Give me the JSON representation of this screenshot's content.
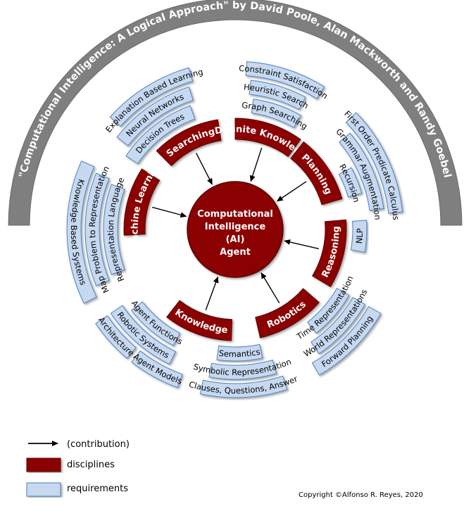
{
  "title": "\"Computational Intelligence: A Logical Approach\" by David Poole, Alan Mackworth and Randy Goebel",
  "center": {
    "lines": [
      "Computational",
      "Intelligence",
      "(AI)",
      "Agent"
    ]
  },
  "disciplines": [
    {
      "id": "machine-learning",
      "label": "Machine Learning",
      "requirements": [
        "Decision Trees",
        "Neural Networks",
        "Explanation Based Learning"
      ]
    },
    {
      "id": "searching",
      "label": "Searching",
      "requirements": [
        "Graph Searching",
        "Heuristic Search",
        "Constraint Satisfaction"
      ]
    },
    {
      "id": "definite-knowledge",
      "label": "Definite Knowledge",
      "requirements": [
        "Recursion",
        "Grammar Augmentation",
        "First Order Predicate Calculus"
      ]
    },
    {
      "id": "planning",
      "label": "Planning",
      "requirements": [
        "Time Representation",
        "World Representations",
        "Forward Planning"
      ]
    },
    {
      "id": "reasoning",
      "label": "Reasoning",
      "requirements": [
        "Semantics",
        "Symbolic Representation",
        "Clauses, Questions, Answer"
      ]
    },
    {
      "id": "robotics",
      "label": "Robotics",
      "requirements": [
        "Agent Functions",
        "Robotic Systems",
        "Architecture"
      ]
    },
    {
      "id": "knowledge",
      "label": "Knowledge",
      "requirements": [
        "Representation Language",
        "Map Problem to Representation",
        "Knowledge Based Systems"
      ]
    }
  ],
  "extra_requirements": [
    {
      "label": "NLP",
      "discipline": "definite-knowledge"
    },
    {
      "label": "Agent Models",
      "discipline": "robotics"
    }
  ],
  "legend": [
    {
      "type": "arrow",
      "label": "(contribution)"
    },
    {
      "type": "discipline",
      "label": "disciplines"
    },
    {
      "type": "requirement",
      "label": "requirements"
    }
  ],
  "copyright": "Copyright ©Alfonso R. Reyes, 2020",
  "colors": {
    "discipline": "#8b0000",
    "requirement_fill": "#c6d9f1",
    "requirement_stroke": "#4f81bd",
    "title_band": "#7f7f7f",
    "title_text": "#ffffff",
    "arrow": "#000000"
  }
}
